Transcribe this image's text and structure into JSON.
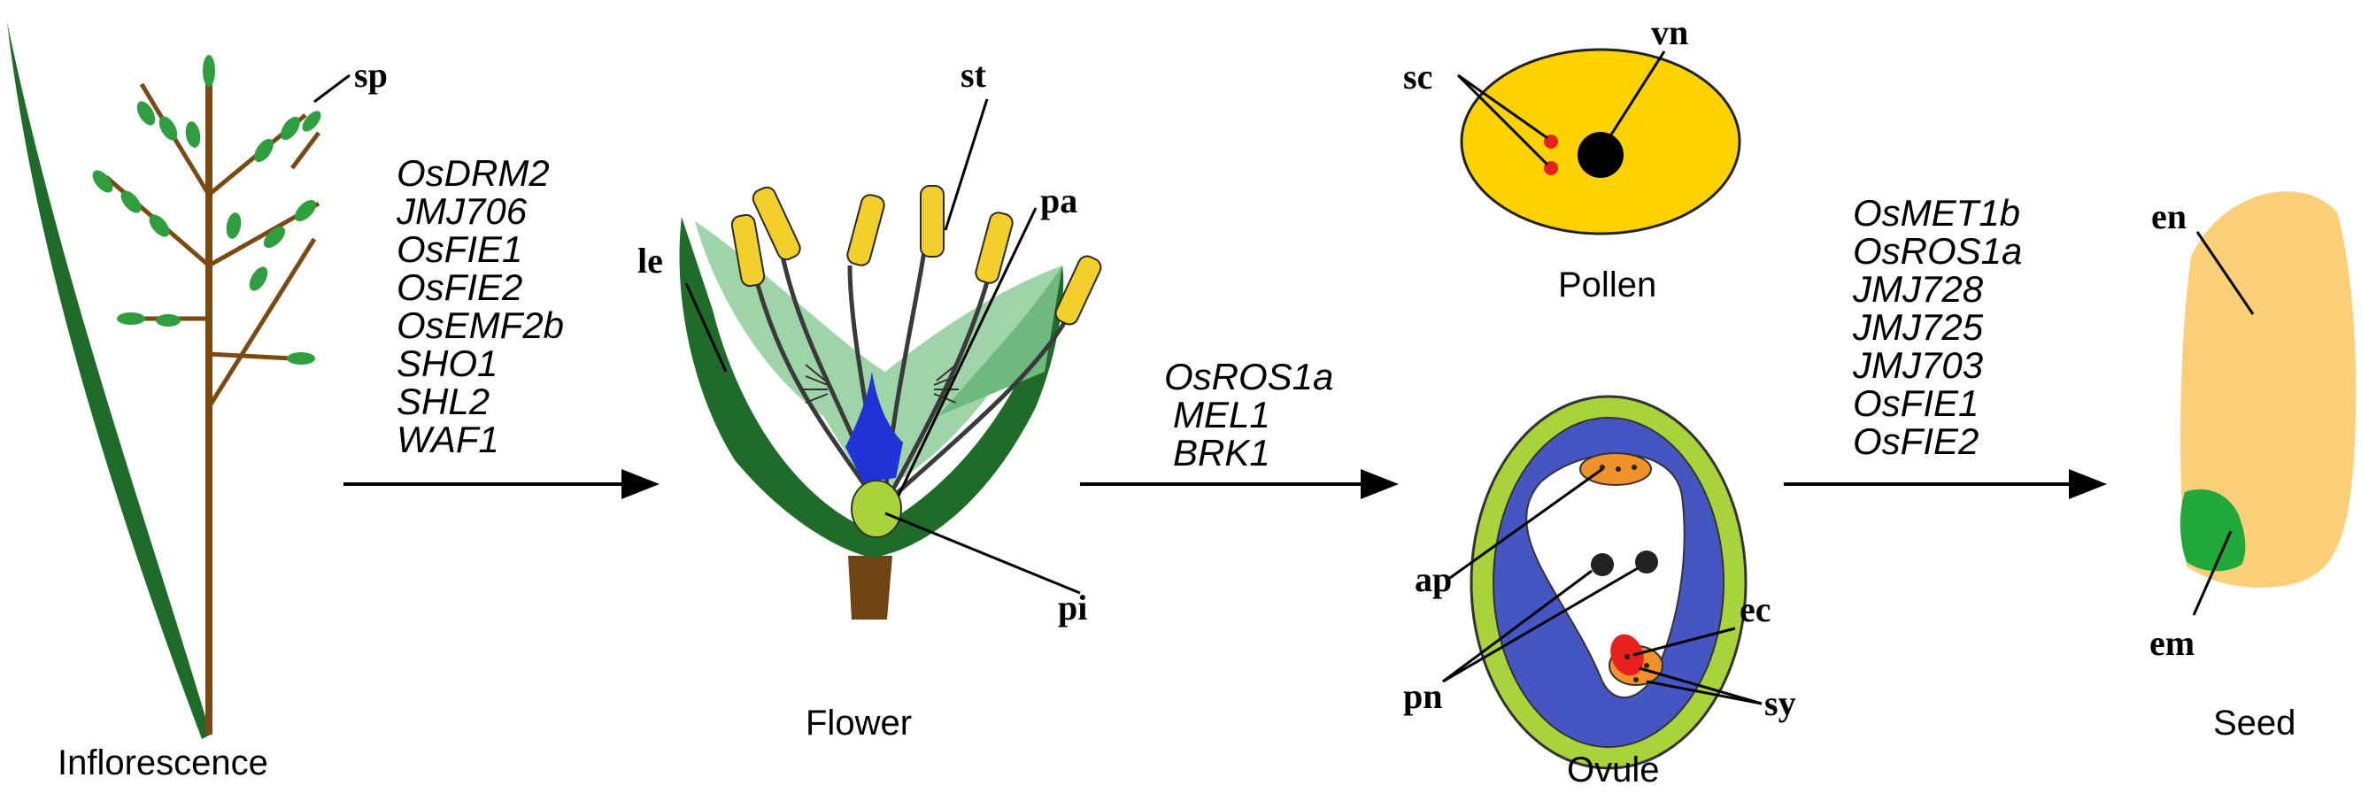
{
  "stages": {
    "inflorescence": "Inflorescence",
    "flower": "Flower",
    "pollen": "Pollen",
    "ovule": "Ovule",
    "seed": "Seed"
  },
  "genes": {
    "group1": [
      "OsDRM2",
      "JMJ706",
      "OsFIE1",
      "OsFIE2",
      "OsEMF2b",
      "SHO1",
      "SHL2",
      "WAF1"
    ],
    "group2": [
      "OsROS1a",
      "MEL1",
      "BRK1"
    ],
    "group3": [
      "OsMET1b",
      "OsROS1a",
      "JMJ728",
      "JMJ725",
      "JMJ703",
      "OsFIE1",
      "OsFIE2"
    ]
  },
  "labels": {
    "sp": "sp",
    "le": "le",
    "st": "st",
    "pa": "pa",
    "pi": "pi",
    "sc": "sc",
    "vn": "vn",
    "ap": "ap",
    "pn": "pn",
    "ec": "ec",
    "sy": "sy",
    "en": "en",
    "em": "em"
  },
  "colors": {
    "stem": "#7a4a12",
    "bud": "#2f9e3f",
    "leaf_dark": "#1e6b2a",
    "leaf_light": "#9fd4a8",
    "pollen_yellow": "#ffd200",
    "anther": "#f2cf2a",
    "ovule_outer": "#a8d33a",
    "ovule_inner": "#4556c2",
    "egg_orange": "#f0922a",
    "egg_red": "#e8201e",
    "seed": "#fbcf78",
    "embryo": "#20a83a",
    "stalk_blue": "#2233d6"
  }
}
